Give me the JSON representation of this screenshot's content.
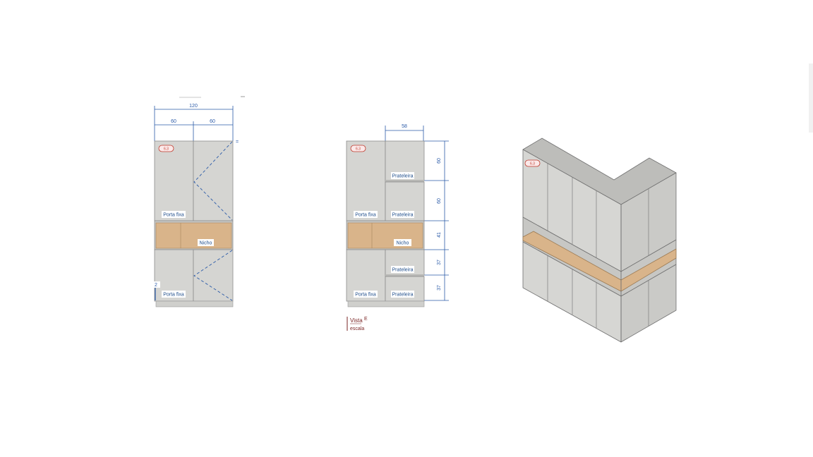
{
  "front_view": {
    "dim_total": "120",
    "dim_left": "60",
    "dim_right": "60",
    "dim_small": "2",
    "tag": "6.3",
    "label_top_left": "Porta fixa",
    "label_niche": "Nicho",
    "label_bottom_left": "Porta fixa"
  },
  "section_view": {
    "dim_depth": "58",
    "tag": "6.3",
    "label_top_left": "Porta fixa",
    "label_shelf_1": "Prateleira",
    "label_shelf_2": "Prateleira",
    "label_niche": "Nicho",
    "label_shelf_3": "Prateleira",
    "label_bottom_left": "Porta fixa",
    "label_shelf_4": "Prateleira",
    "dim_h1": "60",
    "dim_h2": "60",
    "dim_h3": "41",
    "dim_h4": "37",
    "dim_h5": "37"
  },
  "caption": {
    "title": "Vista",
    "superscript": "E",
    "subtitle": "escala"
  },
  "iso_view": {
    "tag": "6.3"
  },
  "colors": {
    "panel": "#d5d5d2",
    "panel_dark": "#c7c7c4",
    "wood": "#d9b48a",
    "dimension": "#2a5aa8",
    "tag_outline": "#c0392b"
  }
}
